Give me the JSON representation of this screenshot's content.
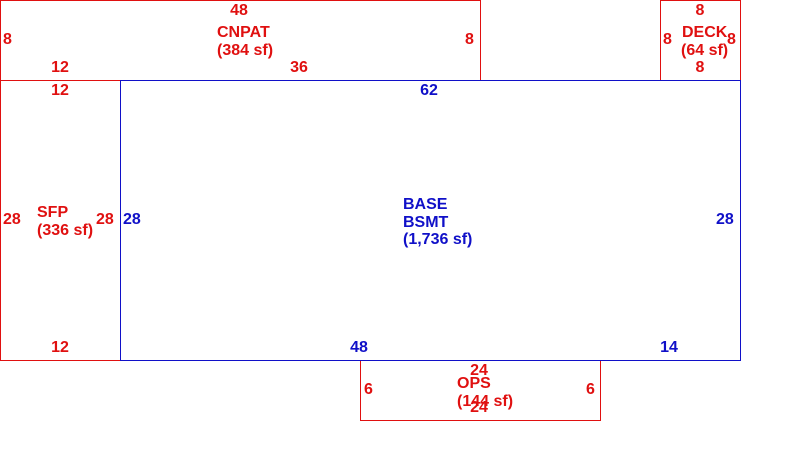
{
  "areas": {
    "cnpat": {
      "name": "CNPAT",
      "area": "(384 sf)",
      "dims": {
        "top": "48",
        "left": "8",
        "right": "8",
        "bottom_left": "12",
        "bottom_mid": "36"
      }
    },
    "deck": {
      "name": "DECK",
      "area": "(64 sf)",
      "dims": {
        "top": "8",
        "left": "8",
        "right": "8",
        "bottom": "8"
      }
    },
    "sfp": {
      "name": "SFP",
      "area": "(336 sf)",
      "dims": {
        "top": "12",
        "left": "28",
        "right": "28",
        "bottom": "12"
      }
    },
    "base": {
      "name_line1": "BASE",
      "name_line2": "BSMT",
      "area": "(1,736 sf)",
      "dims": {
        "top": "62",
        "left": "28",
        "right": "28",
        "bottom_left": "48",
        "bottom_right": "14"
      }
    },
    "ops": {
      "name": "OPS",
      "area": "(144 sf)",
      "dims": {
        "top": "24",
        "left": "6",
        "right": "6",
        "bottom": "24"
      }
    }
  },
  "colors": {
    "secondary": "#e01010",
    "base": "#1010c8"
  }
}
